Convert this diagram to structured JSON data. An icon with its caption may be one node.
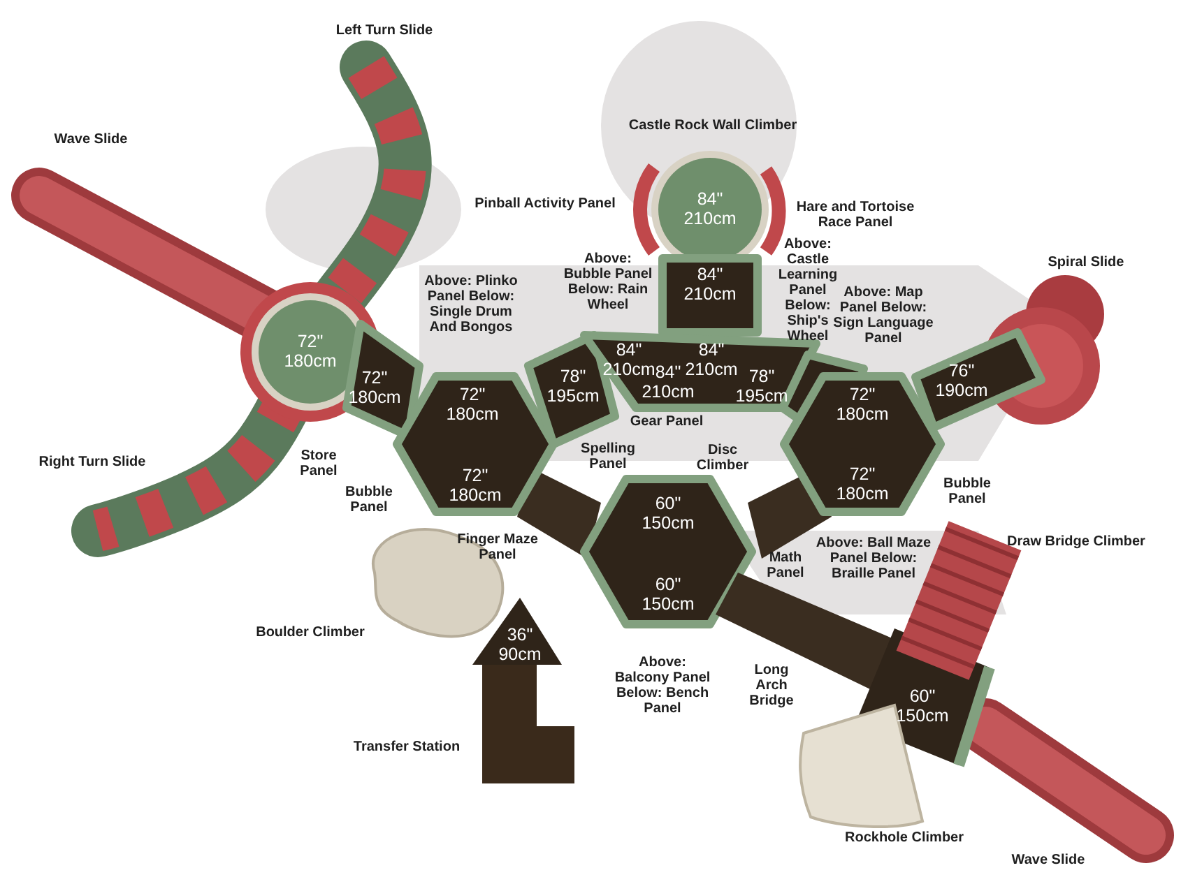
{
  "diagram": {
    "labels": [
      "Left Turn Slide",
      "Castle Rock Wall Climber",
      "Wave Slide",
      "Pinball Activity Panel",
      "Hare and Tortoise Race Panel",
      "84\" 210cm",
      "Spiral Slide",
      "Above: Bubble Panel Below: Rain Wheel",
      "Above: Castle Learning Panel Below: Ship's Wheel",
      "84\" 210cm",
      "Above: Plinko Panel Below: Single Drum And Bongos",
      "Above: Map Panel Below: Sign Language Panel",
      "72\" 180cm",
      "84\" 210cm",
      "84\" 210cm",
      "84\" 210cm",
      "78\" 195cm",
      "72\" 180cm",
      "76\" 190cm",
      "78\" 195cm",
      "72\" 180cm",
      "72\" 180cm",
      "Gear Panel",
      "Spelling Panel",
      "Disc Climber",
      "Store Panel",
      "Right Turn Slide",
      "72\" 180cm",
      "72\" 180cm",
      "Bubble Panel",
      "Bubble Panel",
      "60\" 150cm",
      "Draw Bridge Climber",
      "Finger Maze Panel",
      "Above: Ball Maze Panel Below: Braille Panel",
      "Math Panel",
      "60\" 150cm",
      "Boulder Climber",
      "36\" 90cm",
      "Above: Balcony Panel Below: Bench Panel",
      "Long Arch Bridge",
      "60\" 150cm",
      "Transfer Station",
      "Rockhole Climber",
      "Wave Slide"
    ]
  }
}
